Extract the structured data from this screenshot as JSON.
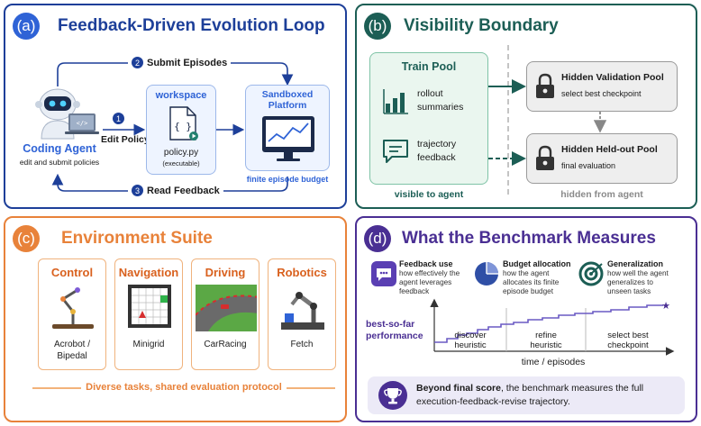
{
  "panel_a": {
    "badge": "(a)",
    "title": "Feedback-Driven Evolution Loop",
    "step2": "Submit Episodes",
    "step2_num": "2",
    "step1_num": "1",
    "step3_num": "3",
    "agent_name": "Coding Agent",
    "agent_desc": "edit and submit policies",
    "edit_policy": "Edit Policy",
    "workspace_title": "workspace",
    "file_name": "policy.py",
    "file_note": "(executable)",
    "platform_title_1": "Sandboxed",
    "platform_title_2": "Platform",
    "budget": "finite episode budget",
    "step3": "Read Feedback",
    "colors": {
      "primary": "#1d3f99",
      "accent": "#2f63d6"
    }
  },
  "panel_b": {
    "badge": "(b)",
    "title": "Visibility Boundary",
    "train_pool": "Train Pool",
    "item1": "rollout summaries",
    "item1_l1": "rollout",
    "item1_l2": "summaries",
    "item2_l1": "trajectory",
    "item2_l2": "feedback",
    "visible": "visible to agent",
    "hidden_val": "Hidden Validation Pool",
    "hidden_val_desc": "select best checkpoint",
    "hidden_held": "Hidden Held-out Pool",
    "hidden_held_desc": "final evaluation",
    "hidden": "hidden from agent",
    "colors": {
      "primary": "#1c5e55",
      "fill": "#eaf6ef"
    }
  },
  "panel_c": {
    "badge": "(c)",
    "title": "Environment Suite",
    "envs": [
      {
        "title": "Control",
        "label_l1": "Acrobot /",
        "label_l2": "Bipedal"
      },
      {
        "title": "Navigation",
        "label_l1": "Minigrid",
        "label_l2": ""
      },
      {
        "title": "Driving",
        "label_l1": "CarRacing",
        "label_l2": ""
      },
      {
        "title": "Robotics",
        "label_l1": "Fetch",
        "label_l2": ""
      }
    ],
    "footer": "Diverse tasks, shared evaluation protocol",
    "colors": {
      "primary": "#e8823a",
      "title": "#d9611e"
    }
  },
  "panel_d": {
    "badge": "(d)",
    "title": "What the Benchmark Measures",
    "measures": [
      {
        "title": "Feedback use",
        "desc_l1": "how effectively the",
        "desc_l2": "agent leverages",
        "desc_l3": "feedback",
        "icon": "chat-icon"
      },
      {
        "title": "Budget allocation",
        "desc_l1": "how the agent",
        "desc_l2": "allocates its finite",
        "desc_l3": "episode budget",
        "icon": "pie-chart-icon"
      },
      {
        "title": "Generalization",
        "desc_l1": "how well the agent",
        "desc_l2": "generalizes to",
        "desc_l3": "unseen tasks",
        "icon": "target-icon"
      }
    ],
    "ylabel_l1": "best-so-far",
    "ylabel_l2": "performance",
    "xlabel": "time / episodes",
    "phases": [
      {
        "l1": "discover",
        "l2": "heuristic"
      },
      {
        "l1": "refine",
        "l2": "heuristic"
      },
      {
        "l1": "select best",
        "l2": "checkpoint"
      }
    ],
    "beyond_bold": "Beyond final score",
    "beyond_rest_l1": ", the benchmark measures the full",
    "beyond_l2": "execution-feedback-revise trajectory.",
    "colors": {
      "primary": "#4a2f93",
      "line": "#6a5ac4",
      "fill": "#eceaf7"
    }
  }
}
